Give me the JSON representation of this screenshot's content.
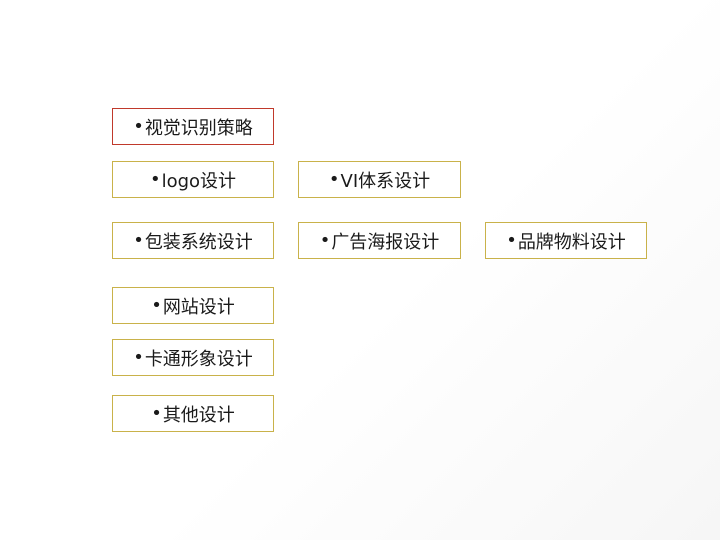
{
  "colors": {
    "box_border": "#c9b24a",
    "highlight_border": "#c0392b",
    "text": "#1a1a1a",
    "background": "#ffffff"
  },
  "items": [
    {
      "bullet": "•",
      "label": "视觉识别策略",
      "highlighted": true
    },
    {
      "bullet": "•",
      "label": "logo设计"
    },
    {
      "bullet": "•",
      "label": "VI体系设计"
    },
    {
      "bullet": "•",
      "label": "包装系统设计"
    },
    {
      "bullet": "•",
      "label": "广告海报设计"
    },
    {
      "bullet": "•",
      "label": "品牌物料设计"
    },
    {
      "bullet": "•",
      "label": "网站设计"
    },
    {
      "bullet": "•",
      "label": "卡通形象设计"
    },
    {
      "bullet": "•",
      "label": "其他设计"
    }
  ]
}
